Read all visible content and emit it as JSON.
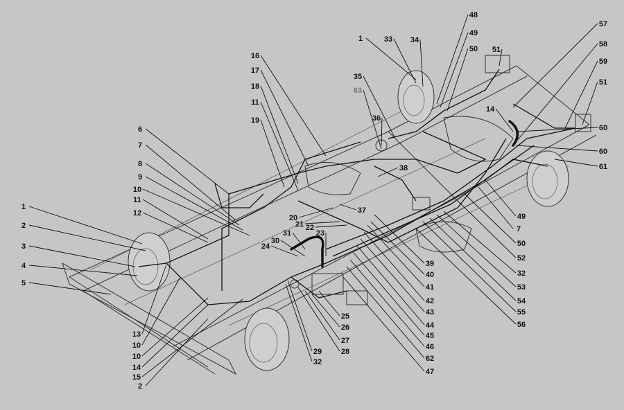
{
  "diagram": {
    "title": "Brake system pipework on chassis",
    "labels": [
      "1",
      "2",
      "3",
      "4",
      "5",
      "6",
      "7",
      "8",
      "9",
      "10",
      "11",
      "12",
      "13",
      "10",
      "10",
      "14",
      "15",
      "2",
      "16",
      "17",
      "18",
      "11",
      "19",
      "20",
      "21",
      "22",
      "23",
      "31",
      "30",
      "24",
      "37",
      "38",
      "36",
      "35",
      "63",
      "1",
      "33",
      "34",
      "48",
      "49",
      "50",
      "51",
      "57",
      "58",
      "59",
      "51",
      "60",
      "60",
      "61",
      "14",
      "49",
      "7",
      "50",
      "52",
      "32",
      "53",
      "54",
      "55",
      "56",
      "39",
      "40",
      "41",
      "42",
      "43",
      "44",
      "45",
      "46",
      "62",
      "47",
      "25",
      "26",
      "27",
      "28",
      "29",
      "32"
    ],
    "colors": {
      "background": "#c6c6c6",
      "lines": "#111111",
      "faded_label": "#777777"
    }
  }
}
